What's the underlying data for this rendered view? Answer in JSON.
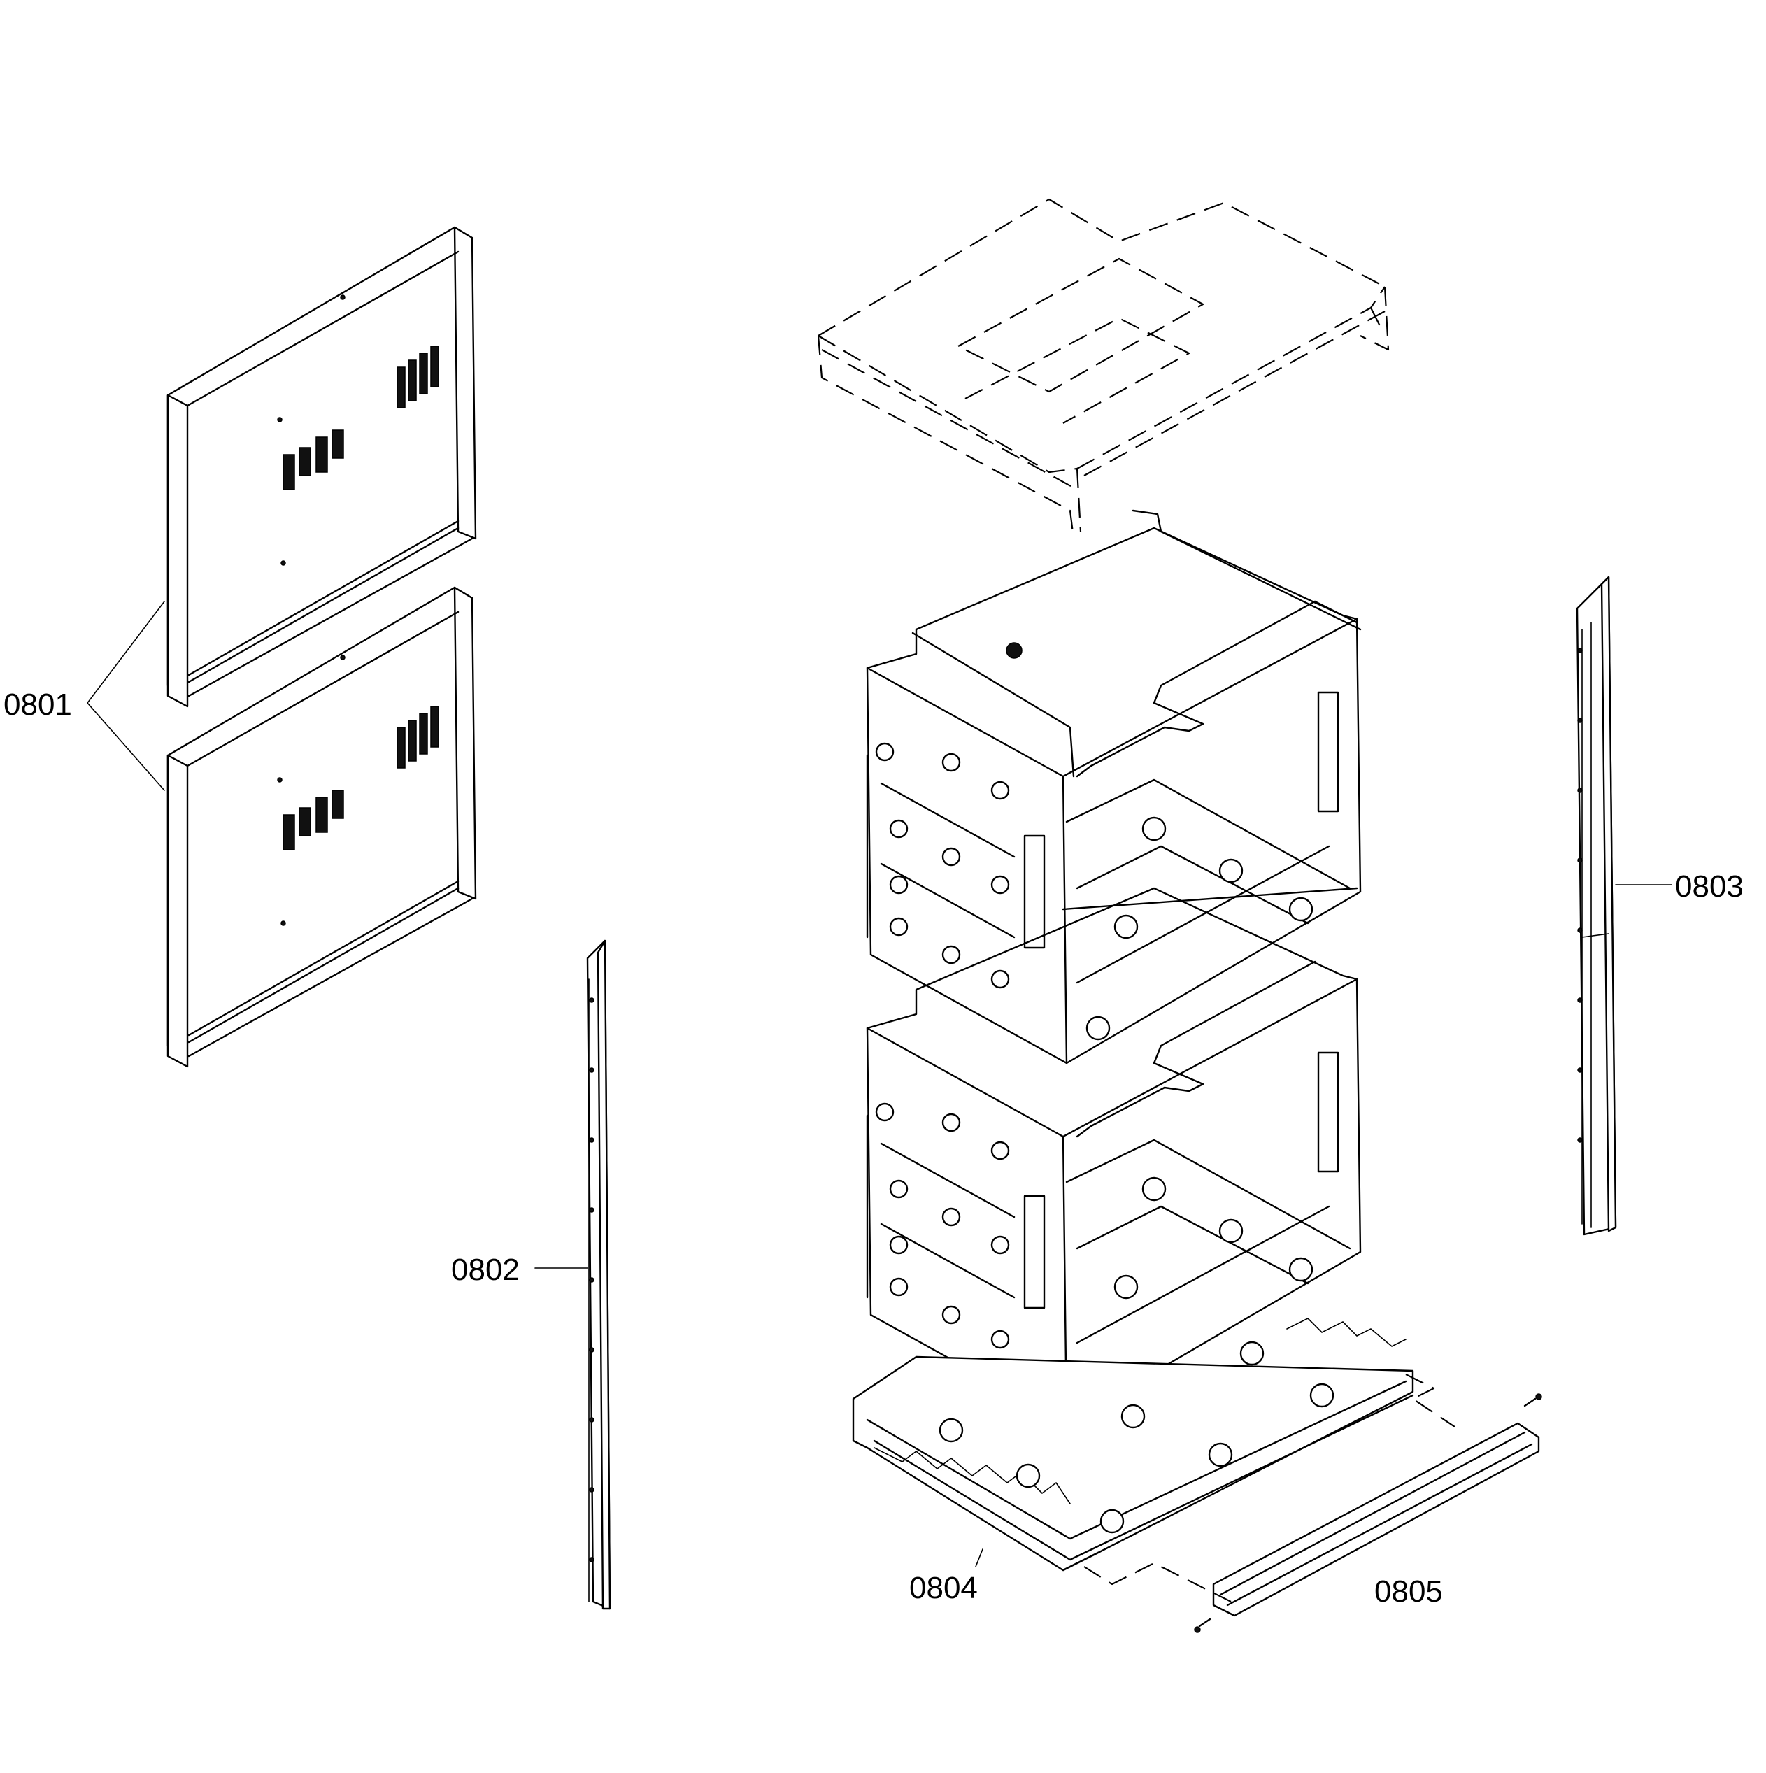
{
  "diagram": {
    "callouts": {
      "side_panels": "0801",
      "left_rail": "0802",
      "right_rail": "0803",
      "base_tray": "0804",
      "front_trim": "0805"
    }
  }
}
